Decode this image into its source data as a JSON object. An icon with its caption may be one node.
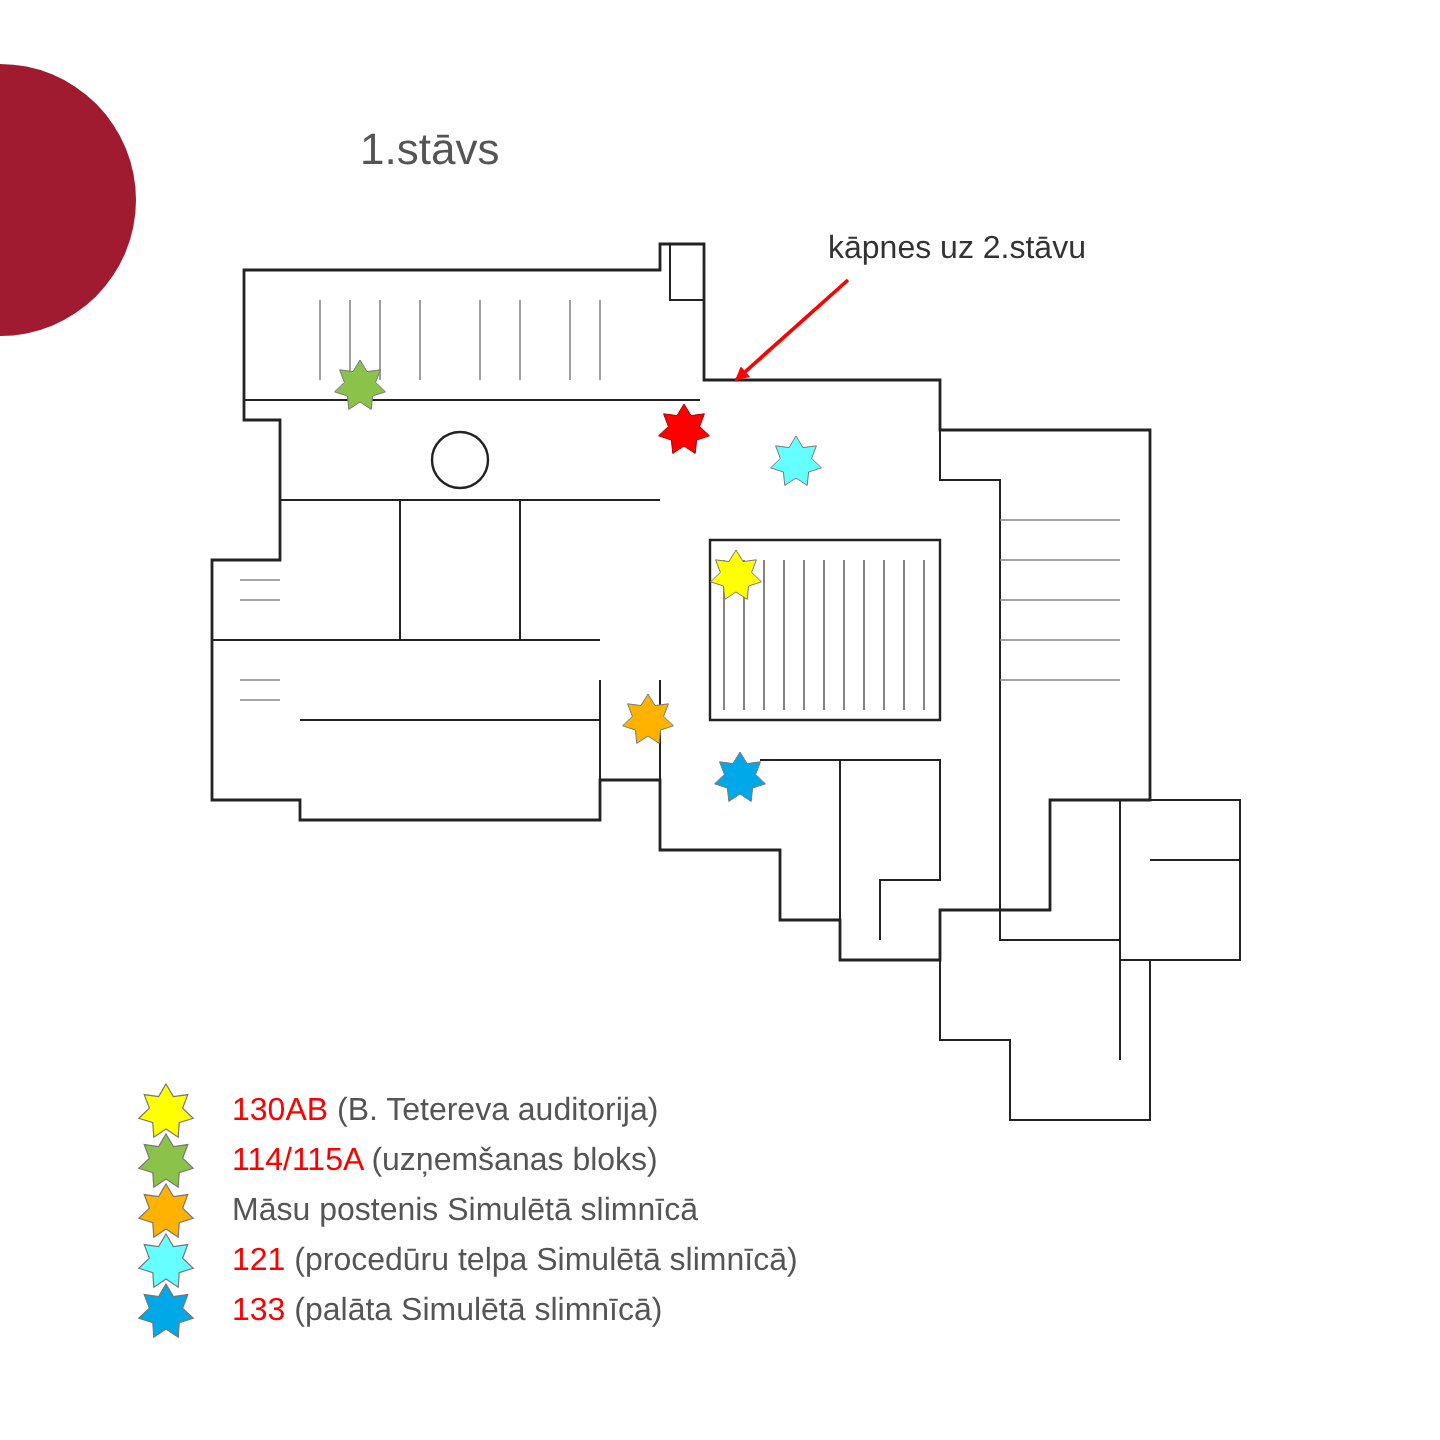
{
  "diagram": {
    "title": "1.stāvs",
    "nodes": [
      {
        "text": [
          "kāpnes uz 2.stāvu"
        ]
      },
      {
        "text": [],
        "shape": "star"
      }
    ],
    "edges": [
      {
        "from": 0,
        "to": 1,
        "arrow": "to",
        "color": "#ff0000"
      }
    ],
    "legend": [
      {
        "text": "130AB (B. Tetereva auditorija)",
        "color": "#ffff00"
      },
      {
        "text": "114/115A (uzņemšanas bloks)",
        "color": "#8bc34a"
      },
      {
        "text": "Māsu postenis Simulētā slimnīcā",
        "color": "#ffb300"
      },
      {
        "text": "121 (procedūru telpa Simulētā slimnīcā)",
        "color": "#66ffff"
      },
      {
        "text": "133 (palāta Simulētā slimnīcā)",
        "color": "#00a8e8"
      }
    ]
  }
}
